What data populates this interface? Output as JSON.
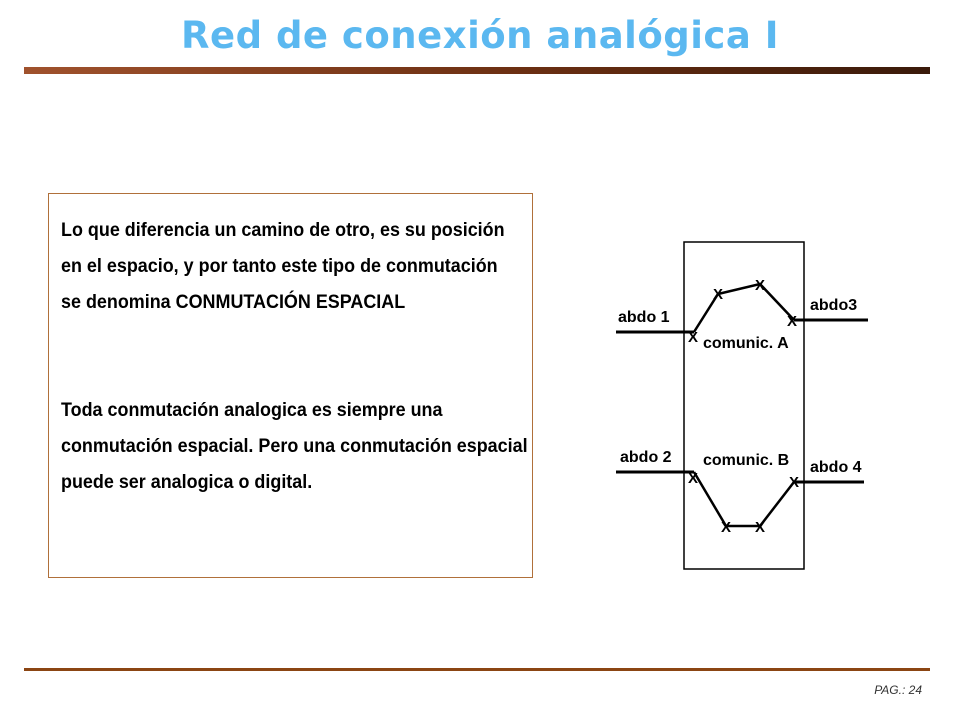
{
  "slide": {
    "title": "Red de conexión analógica I",
    "page_label": "PAG.: 24"
  },
  "textbox": {
    "paragraph1": [
      "Lo que diferencia un camino de otro, es su posición",
      "en el espacio, y por tanto este tipo de conmutación",
      "se denomina CONMUTACIÓN ESPACIAL"
    ],
    "paragraph2": [
      "Toda conmutación analogica es siempre una",
      "conmutación espacial. Pero una conmutación espacial",
      "puede ser analogica o digital."
    ]
  },
  "diagram": {
    "labels": {
      "left_top": "abdo 1",
      "right_top": "abdo3",
      "left_bottom": "abdo 2",
      "right_bottom": "abdo 4",
      "path_a": "comunic. A",
      "path_b": "comunic. B"
    },
    "cross_mark": "X"
  },
  "colors": {
    "title": "#5bb8f0",
    "rule": "#8b4513",
    "box_border": "#b0703a"
  }
}
